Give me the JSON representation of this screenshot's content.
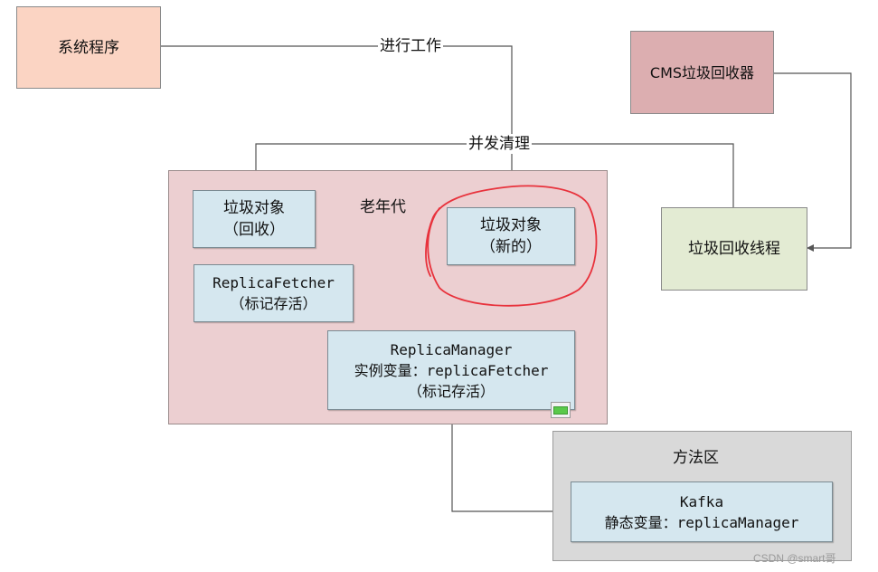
{
  "nodes": {
    "system_program": "系统程序",
    "cms_collector": "CMS垃圾回收器",
    "gc_thread": "垃圾回收线程",
    "old_gen": {
      "title": "老年代",
      "garbage_reclaimed": {
        "line1": "垃圾对象",
        "line2": "（回收）"
      },
      "garbage_new": {
        "line1": "垃圾对象",
        "line2": "（新的）"
      },
      "replica_fetcher": {
        "line1": "ReplicaFetcher",
        "line2": "（标记存活）"
      },
      "replica_manager": {
        "line1": "ReplicaManager",
        "line2": "实例变量：replicaFetcher",
        "line3": "（标记存活）"
      }
    },
    "method_area": {
      "title": "方法区",
      "kafka": {
        "line1": "Kafka",
        "line2": "静态变量：replicaManager"
      }
    }
  },
  "edges": {
    "working": "进行工作",
    "concurrent_cleanup": "并发清理"
  },
  "colors": {
    "system_program": "#fbd4c3",
    "cms_collector": "#dcaeb0",
    "gc_thread": "#e3ebd3",
    "old_gen": "#eccfd1",
    "method_area": "#d9d9d9",
    "object": "#d5e7ef",
    "highlight": "#e8323c"
  },
  "watermark": "CSDN @smart哥"
}
